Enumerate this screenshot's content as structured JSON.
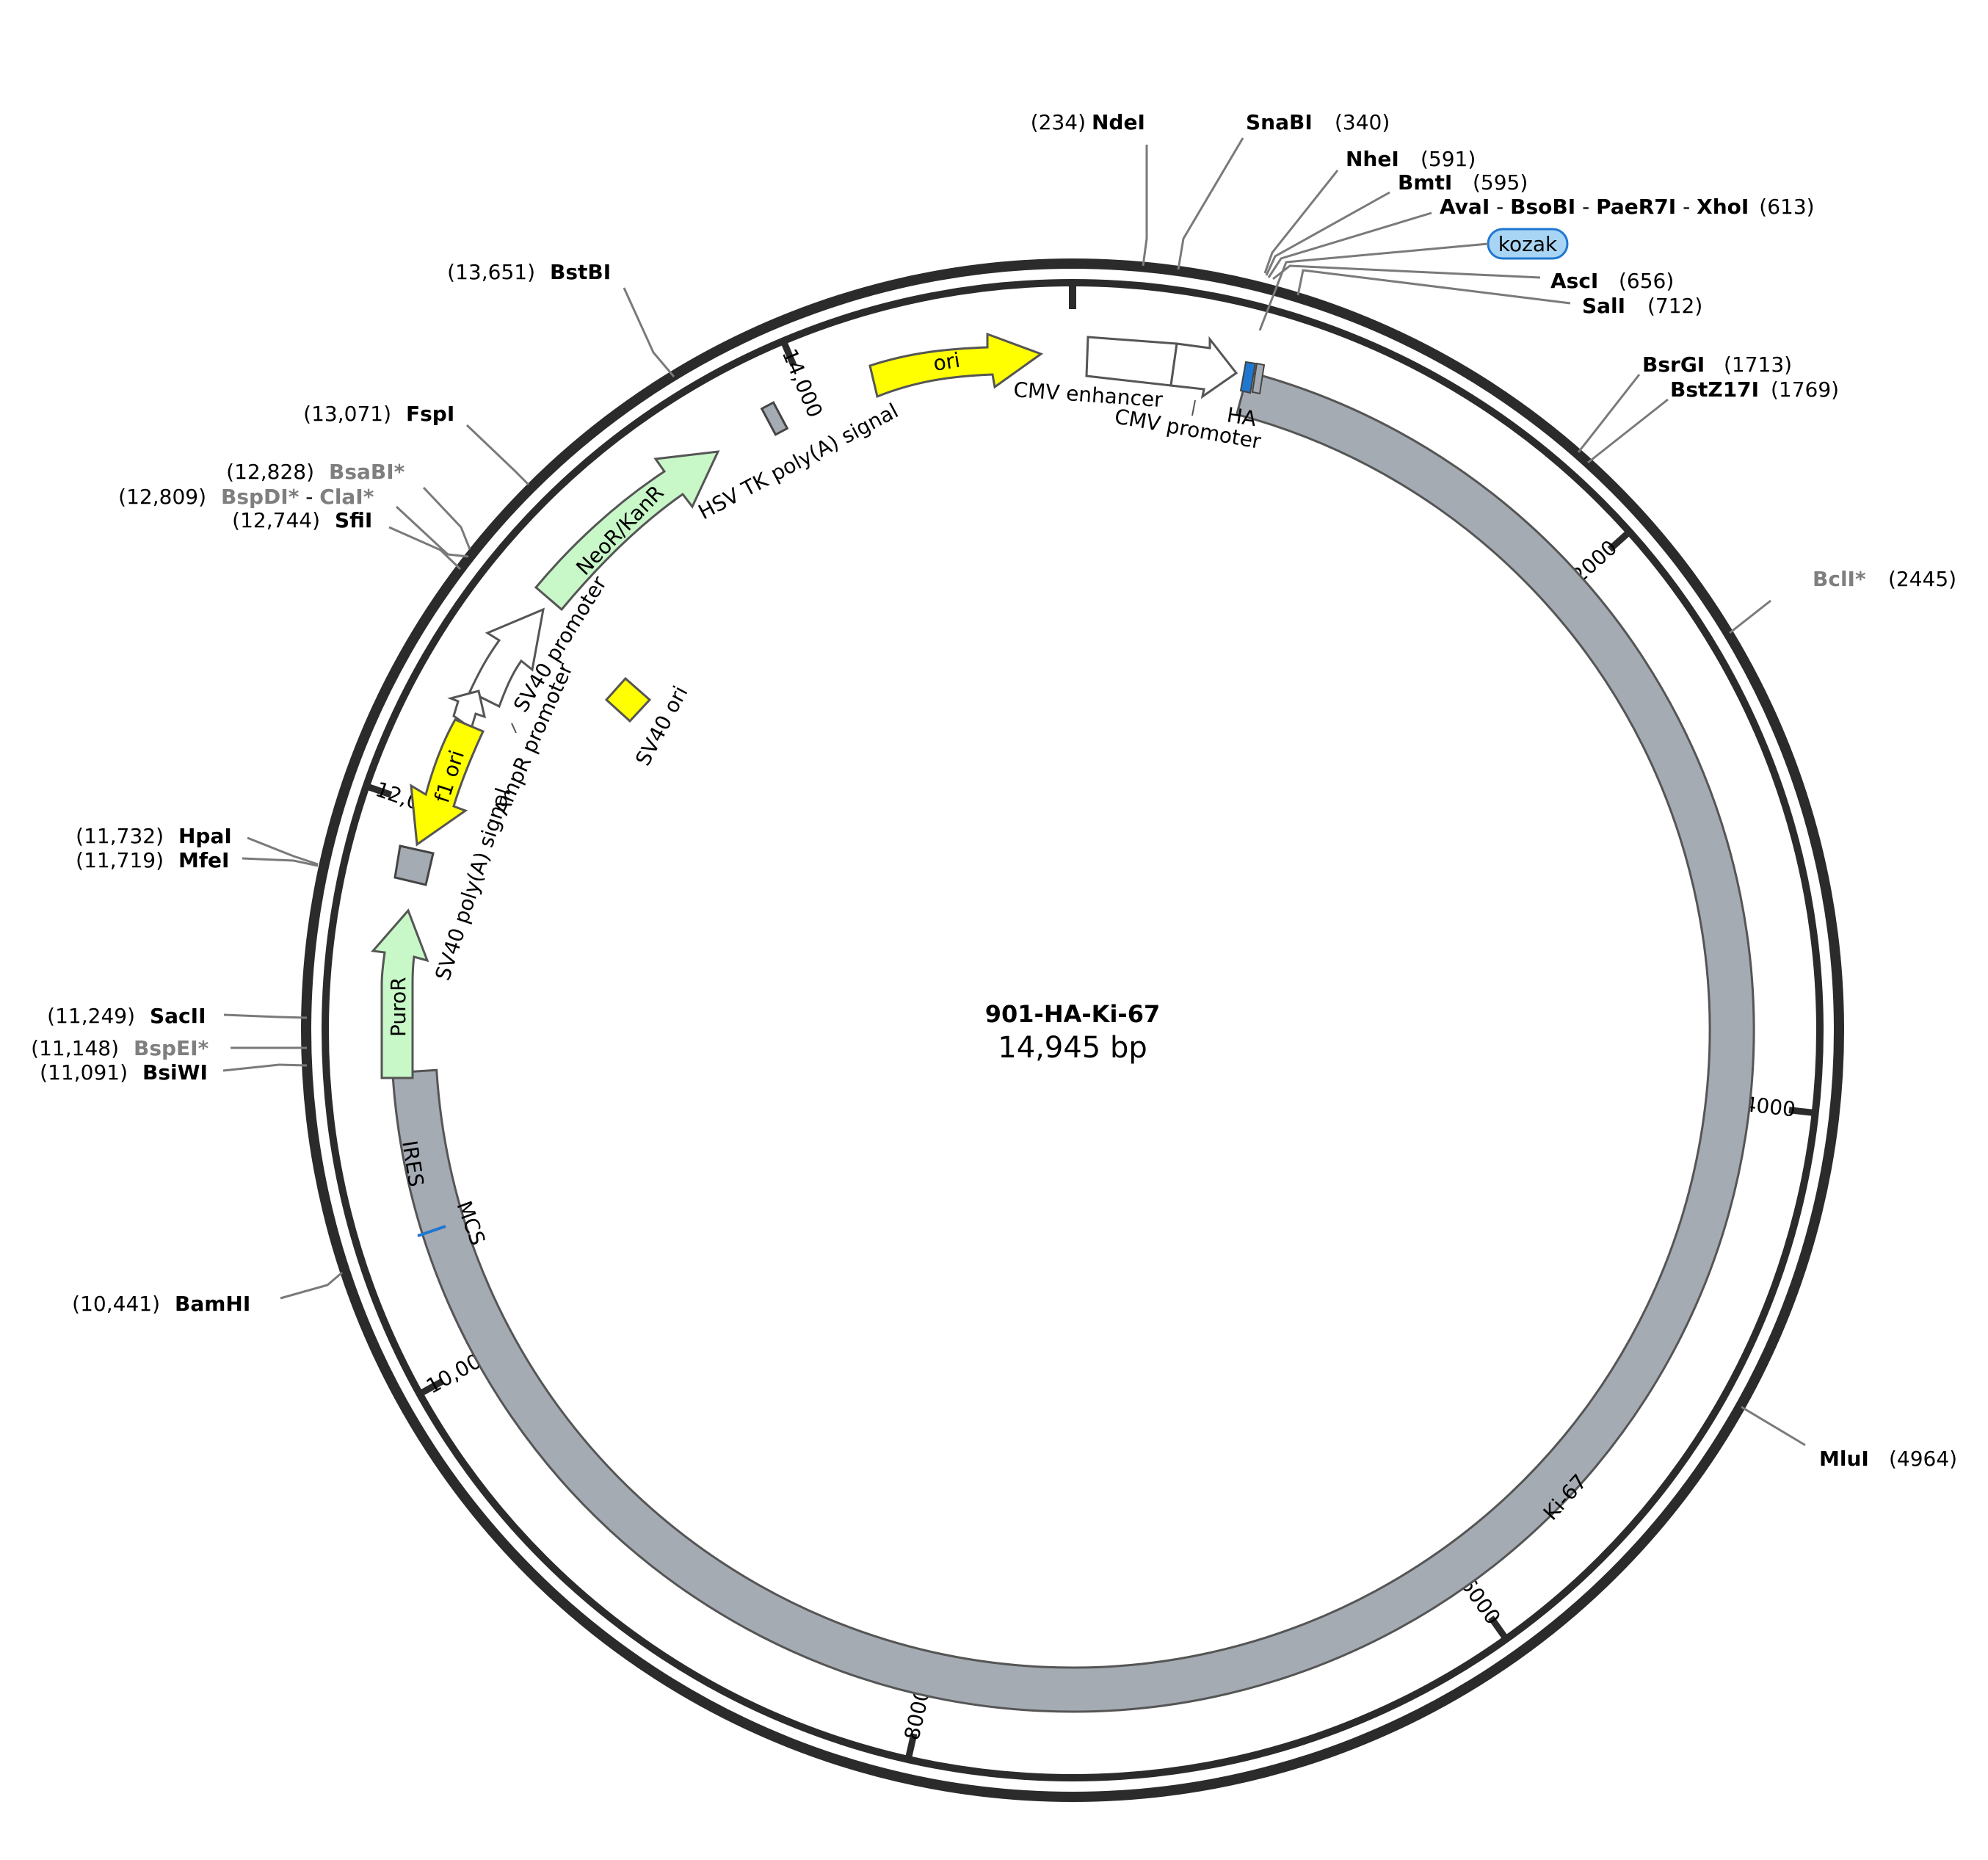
{
  "plasmid": {
    "name": "901-HA-Ki-67",
    "size_label": "14,945 bp",
    "length": 14945
  },
  "ticks": [
    {
      "pos": 2000,
      "label": "2000"
    },
    {
      "pos": 4000,
      "label": "4000"
    },
    {
      "pos": 6000,
      "label": "6000"
    },
    {
      "pos": 8000,
      "label": "8000"
    },
    {
      "pos": 10000,
      "label": "10,000"
    },
    {
      "pos": 12000,
      "label": "12,000"
    },
    {
      "pos": 14000,
      "label": "14,000"
    }
  ],
  "features": {
    "ki67": "Ki-67",
    "ires": "IRES",
    "mcs": "MCS",
    "puror": "PuroR",
    "sv40_polya": "SV40 poly(A) signal",
    "f1_ori": "f1 ori",
    "ampr_promoter": "AmpR promoter",
    "sv40_promoter": "SV40 promoter",
    "neor": "NeoR/KanR",
    "sv40_ori": "SV40 ori",
    "hsv_polya": "HSV TK poly(A) signal",
    "ori": "ori",
    "cmv_enhancer": "CMV enhancer",
    "cmv_promoter": "CMV promoter",
    "ha": "HA",
    "kozak": "kozak"
  },
  "sites": [
    {
      "id": "ndei",
      "name": "NdeI",
      "pos": "(234)"
    },
    {
      "id": "snabi",
      "name": "SnaBI",
      "pos": "(340)"
    },
    {
      "id": "nhei",
      "name": "NheI",
      "pos": "(591)"
    },
    {
      "id": "bmti",
      "name": "BmtI",
      "pos": "(595)"
    },
    {
      "id": "avai",
      "name": "AvaI",
      "sep": " - ",
      "name2": "BsoBI",
      "name3": "PaeR7I",
      "name4": "XhoI",
      "pos": "(613)"
    },
    {
      "id": "asci",
      "name": "AscI",
      "pos": "(656)"
    },
    {
      "id": "sali",
      "name": "SalI",
      "pos": "(712)"
    },
    {
      "id": "bsrgi",
      "name": "BsrGI",
      "pos": "(1713)"
    },
    {
      "id": "bstz17i",
      "name": "BstZ17I",
      "pos": "(1769)"
    },
    {
      "id": "bcli",
      "name": "BclI*",
      "pos": "(2445)"
    },
    {
      "id": "mlui",
      "name": "MluI",
      "pos": "(4964)"
    },
    {
      "id": "bamhi",
      "name": "BamHI",
      "pos": "(10,441)"
    },
    {
      "id": "bsiwi",
      "name": "BsiWI",
      "pos": "(11,091)"
    },
    {
      "id": "bspei",
      "name": "BspEI*",
      "pos": "(11,148)"
    },
    {
      "id": "sacii",
      "name": "SacII",
      "pos": "(11,249)"
    },
    {
      "id": "mfei",
      "name": "MfeI",
      "pos": "(11,719)"
    },
    {
      "id": "hpai",
      "name": "HpaI",
      "pos": "(11,732)"
    },
    {
      "id": "sfii",
      "name": "SfiI",
      "pos": "(12,744)"
    },
    {
      "id": "bspdi",
      "name": "BspDI*",
      "name2": "ClaI*",
      "sep": " - ",
      "pos": "(12,809)"
    },
    {
      "id": "bsabi",
      "name": "BsaBI*",
      "pos": "(12,828)"
    },
    {
      "id": "fspi",
      "name": "FspI",
      "pos": "(13,071)"
    },
    {
      "id": "bstbi",
      "name": "BstBI",
      "pos": "(13,651)"
    }
  ],
  "colors": {
    "backbone": "#2b2b2b",
    "gene": "#a5abb3",
    "marker": "#c8f7c8",
    "ori": "#ffff00",
    "promoter": "#ffffff",
    "kozak": "#a9d5f5",
    "mcs": "#1f77d0"
  }
}
